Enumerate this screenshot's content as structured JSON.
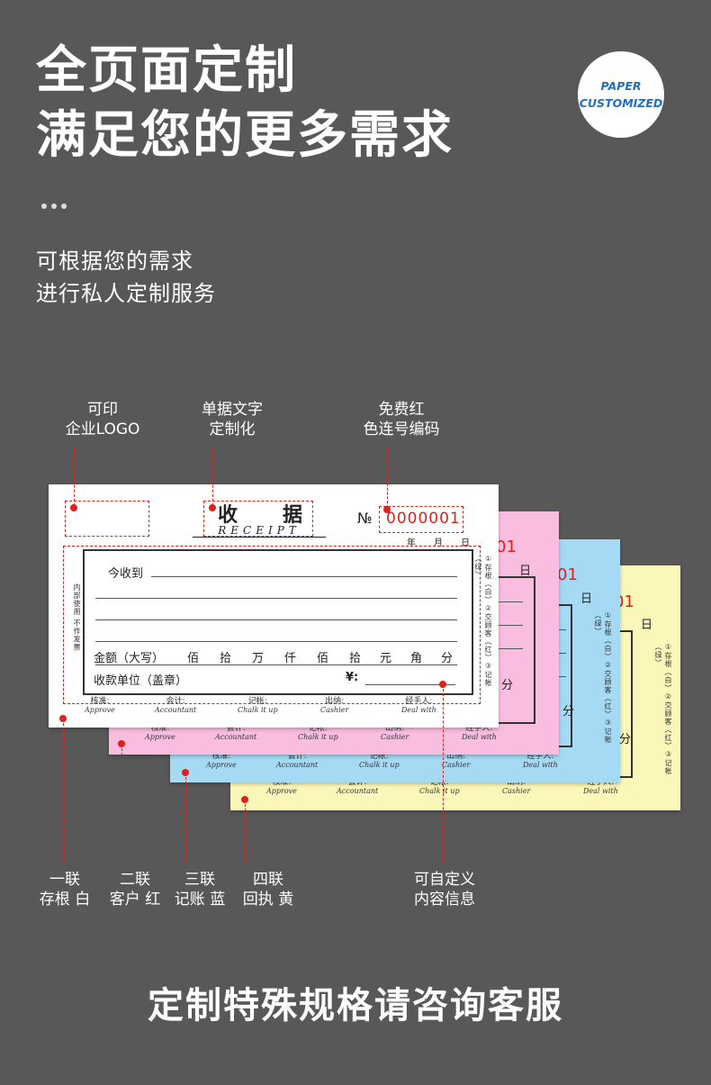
{
  "headline": {
    "line1": "全页面定制",
    "line2": "满足您的更多需求"
  },
  "badge": {
    "line1": "PAPER",
    "line2": "CUSTOMIZED"
  },
  "subtitle": {
    "line1": "可根据您的需求",
    "line2": "进行私人定制服务"
  },
  "callouts_top": [
    {
      "line1": "可印",
      "line2": "企业LOGO"
    },
    {
      "line1": "单据文字",
      "line2": "定制化"
    },
    {
      "line1": "免费红",
      "line2": "色连号编码"
    }
  ],
  "callouts_bottom": [
    {
      "line1": "一联",
      "line2": "存根 白"
    },
    {
      "line1": "二联",
      "line2": "客户 红"
    },
    {
      "line1": "三联",
      "line2": "记账 蓝"
    },
    {
      "line1": "四联",
      "line2": "回执 黄"
    },
    {
      "line1": "可自定义",
      "line2": "内容信息"
    }
  ],
  "receipt": {
    "title": "收　据",
    "title_en": "RECEIPT",
    "no_symbol": "№",
    "number": "0000001",
    "number_partial": "01",
    "date": {
      "year": "年",
      "month": "月",
      "day": "日"
    },
    "received_from": "今收到",
    "amount_label": "金额（大写）",
    "units": [
      "佰",
      "拾",
      "万",
      "仟",
      "佰",
      "拾",
      "元",
      "角",
      "分"
    ],
    "unit_fen": "分",
    "payer_label": "收款单位（盖章）",
    "yen": "¥:",
    "side_note": "内部使用 不作发票",
    "copies_note": "①存根（白）②交顾客（红）③记帐（绿）",
    "footer": [
      {
        "cn": "核准:",
        "en": "Approve"
      },
      {
        "cn": "会计:",
        "en": "Accountant"
      },
      {
        "cn": "记帐:",
        "en": "Chalk it up"
      },
      {
        "cn": "出纳:",
        "en": "Cashier"
      },
      {
        "cn": "经手人:",
        "en": "Deal with"
      }
    ]
  },
  "colors": {
    "background": "#585858",
    "white_copy": "#ffffff",
    "pink_copy": "#f9bde0",
    "blue_copy": "#a6daf4",
    "yellow_copy": "#fbf7b8",
    "accent_red": "#e0201a",
    "badge_text": "#1f6fc4"
  },
  "cta": "定制特殊规格请咨询客服"
}
